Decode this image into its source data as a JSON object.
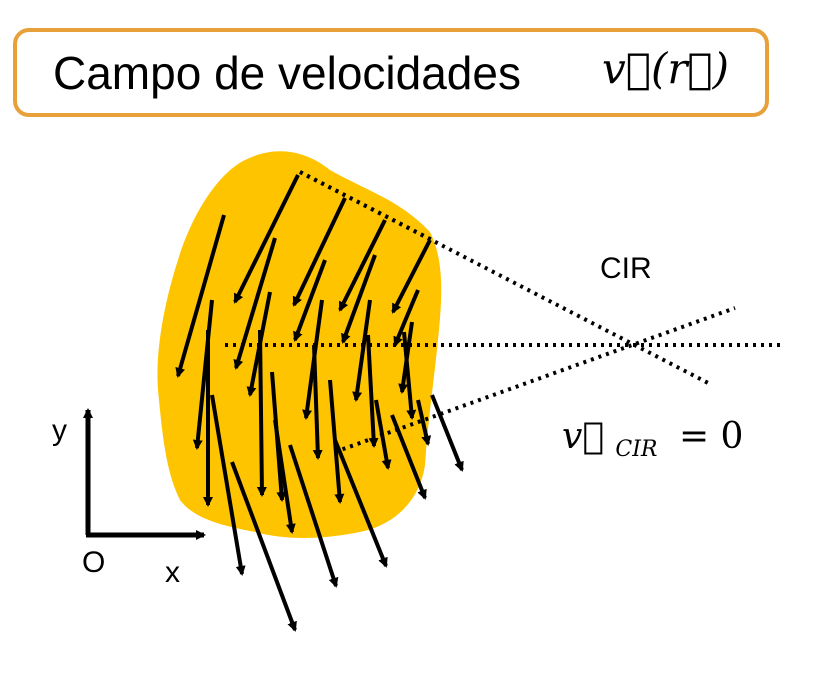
{
  "title": {
    "text": "Campo de velocidades",
    "formula": "v⃗(r⃗)"
  },
  "labels": {
    "cir": "CIR",
    "v_cir_symbol": "v⃗",
    "v_cir_subscript": "CIR",
    "v_cir_equals": "= 0",
    "axis_y": "y",
    "axis_x": "x",
    "origin": "O"
  },
  "colors": {
    "body": "#ffc400",
    "border": "#e8a13a",
    "ink": "#000000"
  }
}
